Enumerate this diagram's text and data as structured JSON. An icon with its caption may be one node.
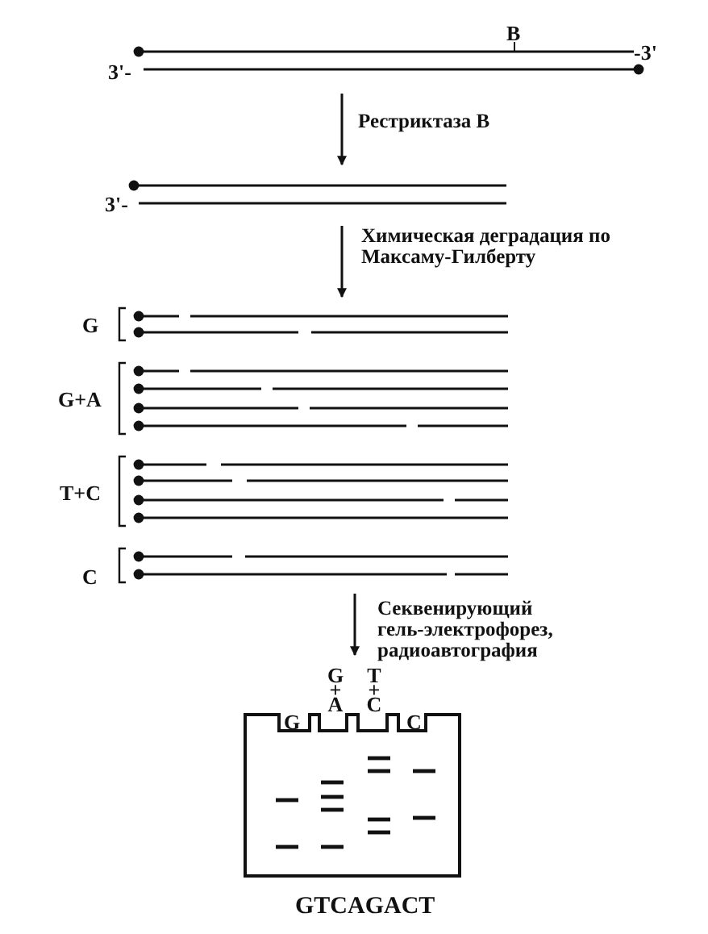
{
  "diagram": {
    "nodes": [
      {
        "text": [
          "В",
          "-3'",
          "3'-"
        ]
      },
      {
        "text": [
          "3'-"
        ]
      },
      {
        "text": [
          "G",
          "G+A",
          "T+C",
          "C"
        ]
      },
      {
        "text": [
          "G",
          "G + A",
          "T + C",
          "C"
        ],
        "beside": [
          "GTCAGACT"
        ]
      }
    ],
    "edges": [
      {
        "from": 0,
        "to": 1,
        "arrow": "to",
        "label": "Рестриктаза В"
      },
      {
        "from": 1,
        "to": 2,
        "arrow": "to",
        "label": "Химическая деградация по Максаму-Гилберту"
      },
      {
        "from": 2,
        "to": 3,
        "arrow": "to",
        "label": "Секвенирующий гель-электрофорез, радиоавтография"
      }
    ]
  }
}
